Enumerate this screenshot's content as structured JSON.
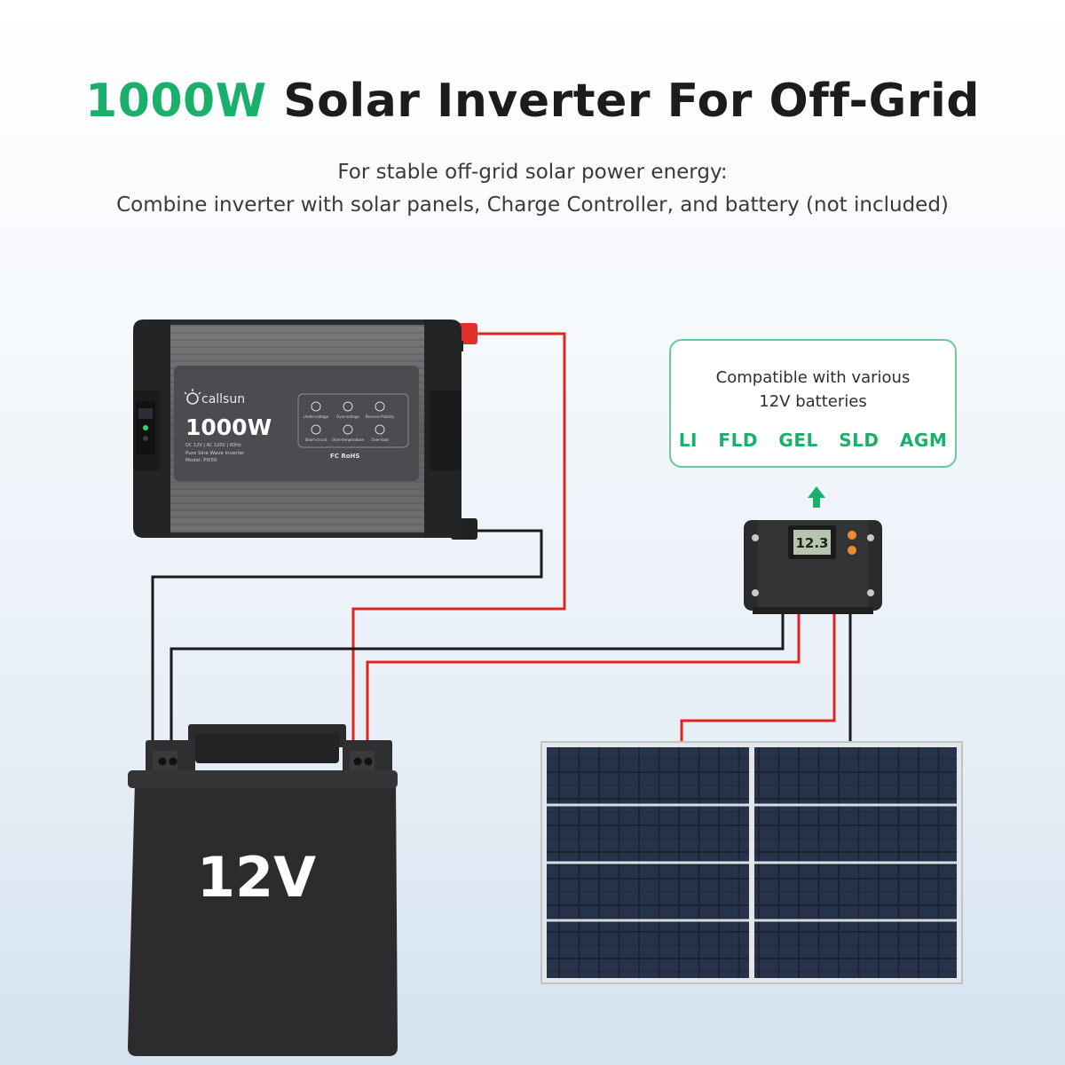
{
  "header": {
    "title_accent": "1000W",
    "title_rest": "Solar Inverter For Off-Grid",
    "subtitle_line1": "For stable off-grid solar power energy:",
    "subtitle_line2": "Combine inverter with solar panels, Charge Controller, and battery (not included)"
  },
  "inverter": {
    "brand": "callsun",
    "power": "1000W",
    "spec_line": "DC 12V | AC 120V | 60Hz",
    "type_line": "Pure Sine Wave Inverter",
    "model_line": "Model: PI050",
    "protections": [
      "Under-voltage",
      "Over-voltage",
      "Reverse Polarity",
      "Short-circuit",
      "Over-temperature",
      "Over-load"
    ],
    "certs": "FC RoHS"
  },
  "compat": {
    "line1": "Compatible with various",
    "line2": "12V batteries",
    "types": [
      "LI",
      "FLD",
      "GEL",
      "SLD",
      "AGM"
    ]
  },
  "controller": {
    "display": "12.3"
  },
  "battery": {
    "label": "12V"
  },
  "colors": {
    "accent": "#1aaf6b",
    "wire_positive": "#e0241f",
    "wire_negative": "#1a1a1a"
  }
}
